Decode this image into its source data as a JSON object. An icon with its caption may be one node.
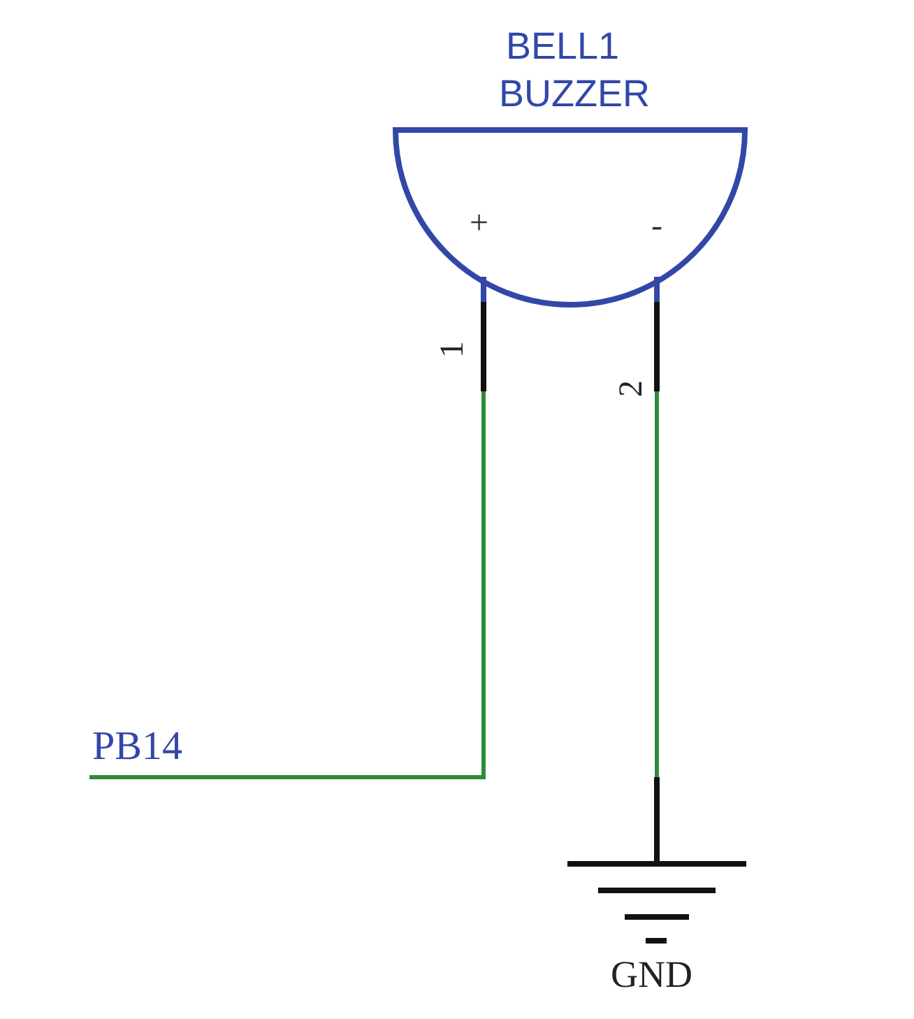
{
  "diagram": {
    "nodes": [
      {
        "text": [
          "BELL1",
          "BUZZER"
        ]
      },
      {
        "text": [
          "PB14"
        ]
      },
      {
        "text": [
          "GND"
        ]
      }
    ],
    "edges": [
      {
        "from": 0,
        "to": 1,
        "arrow": "none"
      },
      {
        "from": 0,
        "to": 2,
        "arrow": "none"
      }
    ],
    "labels": [
      "+",
      "-",
      "1",
      "2"
    ]
  }
}
